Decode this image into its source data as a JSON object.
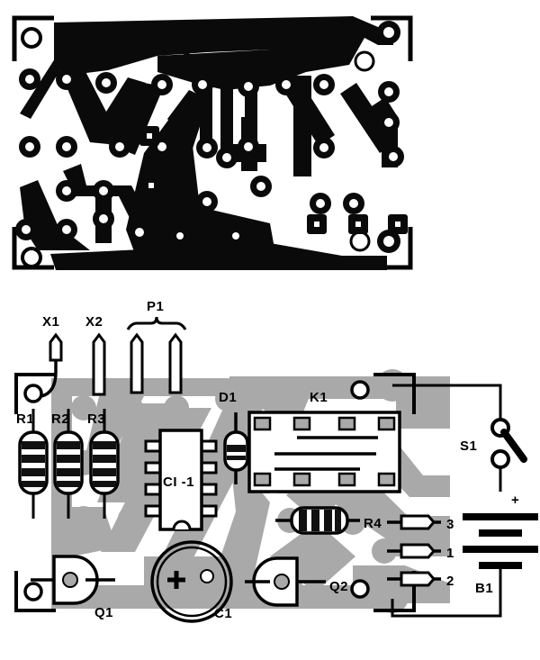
{
  "figure": {
    "type": "pcb-assembly-diagram",
    "panels": [
      {
        "id": "copper-pattern",
        "name": "printed-circuit-board-copper-trace-layout",
        "description": "Solid black copper foil pattern with round solder pads, square pads and four corner board-outline brackets with mounting holes",
        "mounting_holes": 4,
        "square_pads": 4,
        "board_color": "#000000",
        "background_color": "#ffffff"
      },
      {
        "id": "component-layout",
        "name": "component-placement-and-wiring-diagram",
        "board_fill_color": "#a8a8a8",
        "outline_color": "#000000",
        "mounting_holes": 4
      }
    ]
  },
  "components": {
    "terminals_top": [
      {
        "ref": "X1",
        "label": "X1"
      },
      {
        "ref": "X2",
        "label": "X2"
      },
      {
        "ref": "P1",
        "label": "P1",
        "pins": 2,
        "bracket": true
      }
    ],
    "resistors": [
      {
        "ref": "R1",
        "label": "R1"
      },
      {
        "ref": "R2",
        "label": "R2"
      },
      {
        "ref": "R3",
        "label": "R3"
      },
      {
        "ref": "R4",
        "label": "R4"
      }
    ],
    "integrated_circuit": {
      "ref": "CI-1",
      "label": "CI -1",
      "pins": 8,
      "package": "DIP-8"
    },
    "diode": {
      "ref": "D1",
      "label": "D1"
    },
    "relay": {
      "ref": "K1",
      "label": "K1",
      "pins": 8
    },
    "capacitor": {
      "ref": "C1",
      "label": "C1",
      "polarity_mark": "+"
    },
    "transistors": [
      {
        "ref": "Q1",
        "label": "Q1"
      },
      {
        "ref": "Q2",
        "label": "Q2"
      }
    ],
    "output_terminals": [
      {
        "number": "3",
        "label": "3"
      },
      {
        "number": "1",
        "label": "1"
      },
      {
        "number": "2",
        "label": "2"
      }
    ],
    "switch": {
      "ref": "S1",
      "label": "S1",
      "state": "open"
    },
    "battery": {
      "ref": "B1",
      "label": "B1",
      "polarity_mark": "+",
      "cells": 2
    }
  }
}
